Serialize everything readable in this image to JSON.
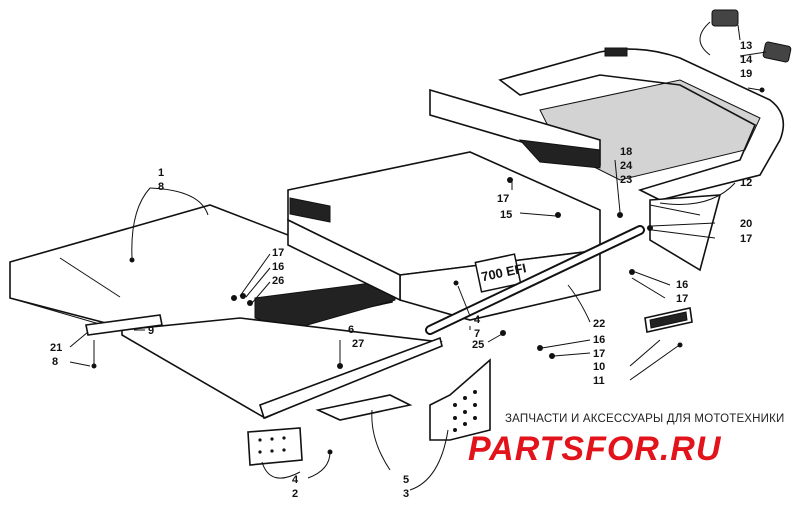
{
  "callouts": [
    {
      "id": "c1",
      "text": "1"
    },
    {
      "id": "c8a",
      "text": "8"
    },
    {
      "id": "c17a",
      "text": "17"
    },
    {
      "id": "c16a",
      "text": "16"
    },
    {
      "id": "c26",
      "text": "26"
    },
    {
      "id": "c6",
      "text": "6"
    },
    {
      "id": "c27",
      "text": "27"
    },
    {
      "id": "c9",
      "text": "9"
    },
    {
      "id": "c21",
      "text": "21"
    },
    {
      "id": "c8b",
      "text": "8"
    },
    {
      "id": "c4a",
      "text": "4"
    },
    {
      "id": "c2",
      "text": "2"
    },
    {
      "id": "c5",
      "text": "5"
    },
    {
      "id": "c3",
      "text": "3"
    },
    {
      "id": "c4b",
      "text": "4"
    },
    {
      "id": "c7",
      "text": "7"
    },
    {
      "id": "c25",
      "text": "25"
    },
    {
      "id": "c17b",
      "text": "17"
    },
    {
      "id": "c15",
      "text": "15"
    },
    {
      "id": "c18",
      "text": "18"
    },
    {
      "id": "c24",
      "text": "24"
    },
    {
      "id": "c23",
      "text": "23"
    },
    {
      "id": "c13",
      "text": "13"
    },
    {
      "id": "c14",
      "text": "14"
    },
    {
      "id": "c19",
      "text": "19"
    },
    {
      "id": "c12",
      "text": "12"
    },
    {
      "id": "c20",
      "text": "20"
    },
    {
      "id": "c17c",
      "text": "17"
    },
    {
      "id": "c16b",
      "text": "16"
    },
    {
      "id": "c17d",
      "text": "17"
    },
    {
      "id": "c22",
      "text": "22"
    },
    {
      "id": "c16c",
      "text": "16"
    },
    {
      "id": "c17e",
      "text": "17"
    },
    {
      "id": "c10",
      "text": "10"
    },
    {
      "id": "c11",
      "text": "11"
    }
  ],
  "decal_text": "700 EFI",
  "watermark": {
    "tagline": "ЗАПЧАСТИ И АКСЕССУАРЫ ДЛЯ МОТОТЕХНИКИ",
    "logo": "PARTSFOR.RU",
    "logo_color": "#e2131a"
  }
}
